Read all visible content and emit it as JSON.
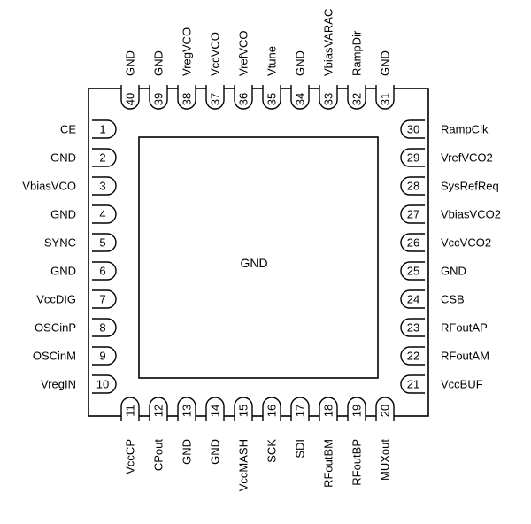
{
  "center_label": "GND",
  "pins": [
    {
      "num": "1",
      "name": "CE"
    },
    {
      "num": "2",
      "name": "GND"
    },
    {
      "num": "3",
      "name": "VbiasVCO"
    },
    {
      "num": "4",
      "name": "GND"
    },
    {
      "num": "5",
      "name": "SYNC"
    },
    {
      "num": "6",
      "name": "GND"
    },
    {
      "num": "7",
      "name": "VccDIG"
    },
    {
      "num": "8",
      "name": "OSCinP"
    },
    {
      "num": "9",
      "name": "OSCinM"
    },
    {
      "num": "10",
      "name": "VregIN"
    },
    {
      "num": "11",
      "name": "VccCP"
    },
    {
      "num": "12",
      "name": "CPout"
    },
    {
      "num": "13",
      "name": "GND"
    },
    {
      "num": "14",
      "name": "GND"
    },
    {
      "num": "15",
      "name": "VccMASH"
    },
    {
      "num": "16",
      "name": "SCK"
    },
    {
      "num": "17",
      "name": "SDI"
    },
    {
      "num": "18",
      "name": "RFoutBM"
    },
    {
      "num": "19",
      "name": "RFoutBP"
    },
    {
      "num": "20",
      "name": "MUXout"
    },
    {
      "num": "21",
      "name": "VccBUF"
    },
    {
      "num": "22",
      "name": "RFoutAM"
    },
    {
      "num": "23",
      "name": "RFoutAP"
    },
    {
      "num": "24",
      "name": "CSB"
    },
    {
      "num": "25",
      "name": "GND"
    },
    {
      "num": "26",
      "name": "VccVCO2"
    },
    {
      "num": "27",
      "name": "VbiasVCO2"
    },
    {
      "num": "28",
      "name": "SysRefReq"
    },
    {
      "num": "29",
      "name": "VrefVCO2"
    },
    {
      "num": "30",
      "name": "RampClk"
    },
    {
      "num": "31",
      "name": "GND"
    },
    {
      "num": "32",
      "name": "RampDir"
    },
    {
      "num": "33",
      "name": "VbiasVARAC"
    },
    {
      "num": "34",
      "name": "GND"
    },
    {
      "num": "35",
      "name": "Vtune"
    },
    {
      "num": "36",
      "name": "VrefVCO"
    },
    {
      "num": "37",
      "name": "VccVCO"
    },
    {
      "num": "38",
      "name": "VregVCO"
    },
    {
      "num": "39",
      "name": "GND"
    },
    {
      "num": "40",
      "name": "GND"
    }
  ]
}
